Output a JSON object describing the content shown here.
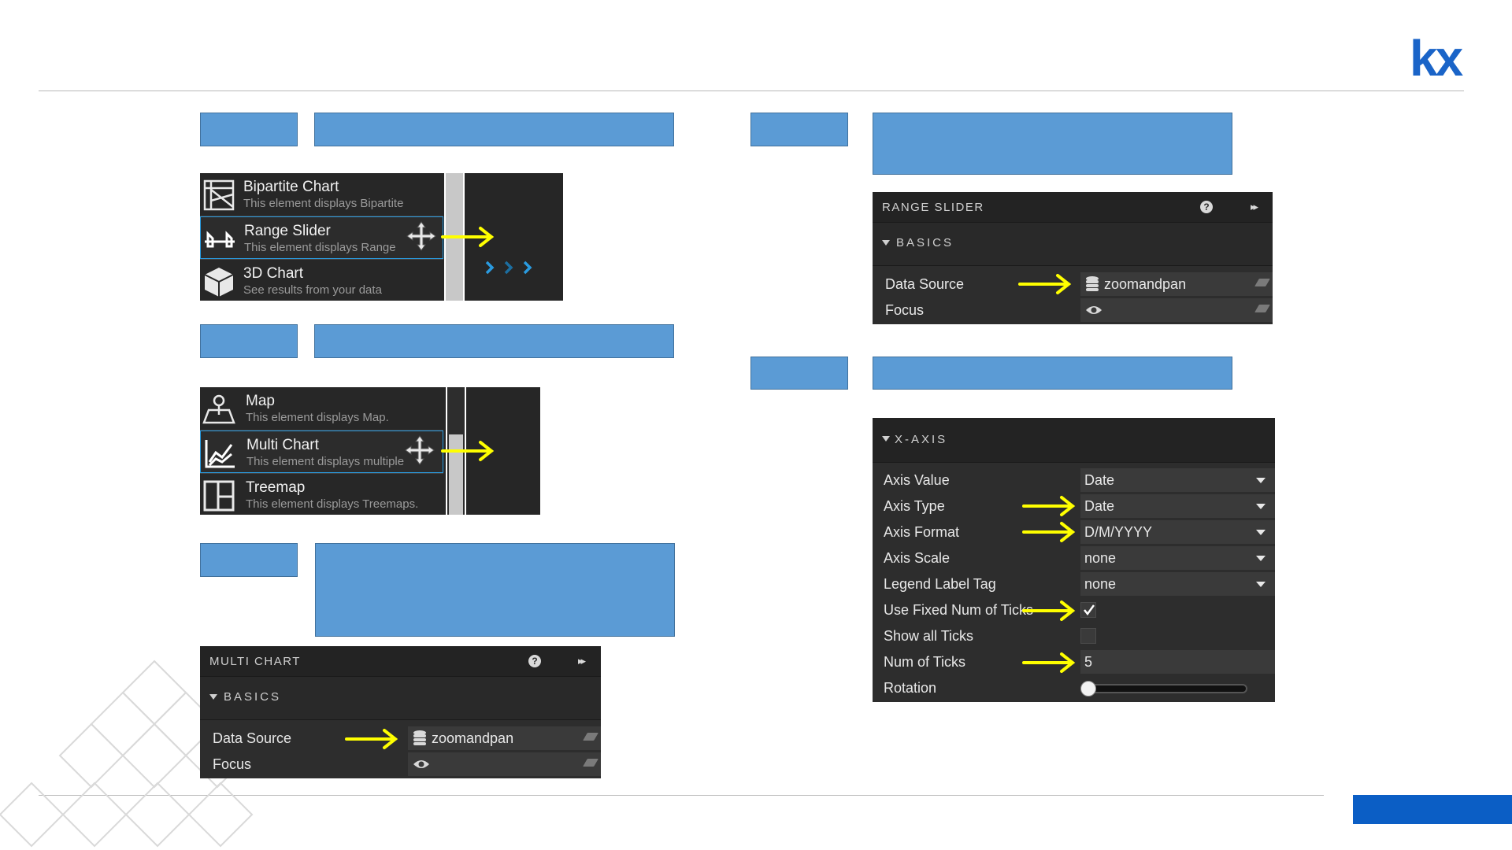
{
  "brand": {
    "logo_text": "kx",
    "logo_color": "#1a64c8",
    "accent_bar_color": "#0b5ec5",
    "placeholder_box_color": "#5b9bd5",
    "annotation_arrow_color": "#ffff00"
  },
  "palette1": {
    "items": [
      {
        "title": "Bipartite Chart",
        "desc": "This element displays Bipartite",
        "icon": "bipartite-chart-icon"
      },
      {
        "title": "Range Slider",
        "desc": "This element displays Range",
        "icon": "range-slider-icon"
      },
      {
        "title": "3D Chart",
        "desc": "See results from your data",
        "icon": "3d-chart-icon"
      }
    ],
    "selected_index": 1
  },
  "palette2": {
    "items": [
      {
        "title": "Map",
        "desc": "This element displays Map.",
        "icon": "map-icon"
      },
      {
        "title": "Multi Chart",
        "desc": "This element displays multiple",
        "icon": "multi-chart-icon"
      },
      {
        "title": "Treemap",
        "desc": "This element displays Treemaps.",
        "icon": "treemap-icon"
      }
    ],
    "selected_index": 1
  },
  "multi_chart_panel": {
    "title": "MULTI CHART",
    "help": "?",
    "expand": "▸▸",
    "section": "BASICS",
    "data_source_label": "Data Source",
    "data_source_value": "zoomandpan",
    "focus_label": "Focus"
  },
  "range_slider_panel": {
    "title": "RANGE SLIDER",
    "help": "?",
    "expand": "▸▸",
    "section": "BASICS",
    "data_source_label": "Data Source",
    "data_source_value": "zoomandpan",
    "focus_label": "Focus"
  },
  "xaxis_panel": {
    "section": "X-AXIS",
    "rows": [
      {
        "label": "Axis Value",
        "value": "Date",
        "type": "dropdown"
      },
      {
        "label": "Axis Type",
        "value": "Date",
        "type": "dropdown"
      },
      {
        "label": "Axis Format",
        "value": "D/M/YYYY",
        "type": "dropdown"
      },
      {
        "label": "Axis Scale",
        "value": "none",
        "type": "dropdown"
      },
      {
        "label": "Legend Label Tag",
        "value": "none",
        "type": "dropdown"
      },
      {
        "label": "Use Fixed Num of Ticks",
        "checked": true,
        "type": "checkbox"
      },
      {
        "label": "Show all Ticks",
        "checked": false,
        "type": "checkbox"
      },
      {
        "label": "Num of Ticks",
        "value": "5",
        "type": "text"
      },
      {
        "label": "Rotation",
        "level": 0,
        "type": "slider"
      }
    ]
  }
}
